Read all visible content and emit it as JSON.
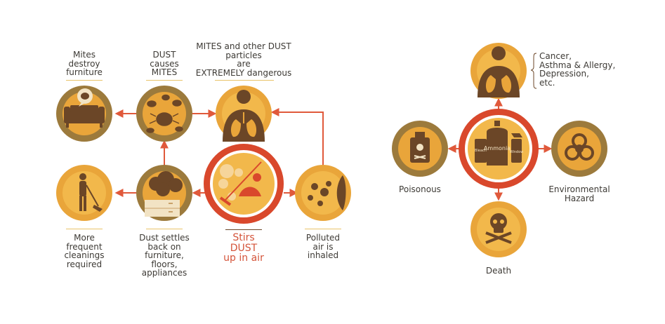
{
  "labels": {
    "mites_destroy": [
      "Mites",
      "destroy",
      "furniture"
    ],
    "dust_causes": [
      "DUST",
      "causes",
      "MITES"
    ],
    "extremely_dangerous": [
      "MITES and other DUST",
      "particles",
      "are",
      "EXTREMELY dangerous"
    ],
    "more_cleanings": [
      "More",
      "frequent",
      "cleanings",
      "required"
    ],
    "dust_settles": [
      "Dust settles",
      "back on",
      "furniture,",
      "floors,",
      "appliances"
    ],
    "stirs_dust": [
      "Stirs",
      "DUST",
      "up in air"
    ],
    "polluted_air": [
      "Polluted",
      "air is",
      "inhaled"
    ],
    "diseases": [
      "Cancer,",
      "Asthma & Allergy,",
      "Depression,",
      "etc."
    ],
    "poisonous": [
      "Poisonous"
    ],
    "environmental": [
      "Environmental",
      "Hazard"
    ],
    "death": [
      "Death"
    ]
  },
  "product_labels": {
    "bleach": "Bleach",
    "ammonia": "Ammonia",
    "window": "Window"
  },
  "colors": {
    "arrow": "#e0593b",
    "ring_red": "#d9482c",
    "gold_light": "#f2b84b",
    "gold": "#e9a53a",
    "olive": "#9c7a3c",
    "brown": "#6b4627",
    "text": "#3d3a35"
  }
}
